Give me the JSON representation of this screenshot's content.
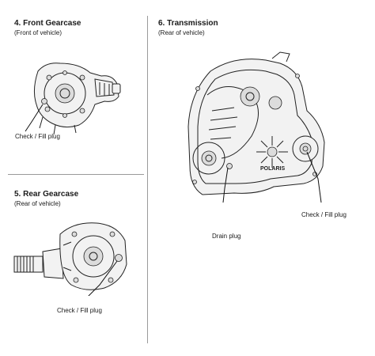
{
  "sections": {
    "front_gearcase": {
      "title": "4. Front Gearcase",
      "subtitle": "(Front of vehicle)",
      "callout": "Check / Fill plug"
    },
    "rear_gearcase": {
      "title": "5. Rear Gearcase",
      "subtitle": "(Rear of vehicle)",
      "callout": "Check / Fill plug"
    },
    "transmission": {
      "title": "6. Transmission",
      "subtitle": "(Rear of vehicle)",
      "callouts": {
        "check_fill": "Check / Fill plug",
        "drain": "Drain plug"
      },
      "case_logo": "POLARIS"
    }
  }
}
